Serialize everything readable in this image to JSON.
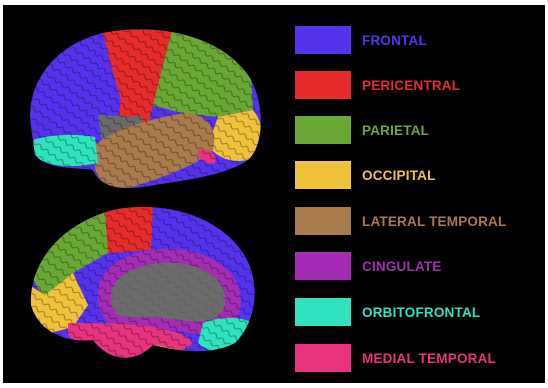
{
  "legend": {
    "items": [
      {
        "label": "FRONTAL",
        "color": "#5533ee"
      },
      {
        "label": "PERICENTRAL",
        "color": "#e62b2b"
      },
      {
        "label": "PARIETAL",
        "color": "#69a834"
      },
      {
        "label": "OCCIPITAL",
        "color": "#f0c23c"
      },
      {
        "label": "LATERAL TEMPORAL",
        "color": "#a87a4c"
      },
      {
        "label": "CINGULATE",
        "color": "#a42cb4"
      },
      {
        "label": "ORBITOFRONTAL",
        "color": "#2ee3bd"
      },
      {
        "label": "MEDIAL TEMPORAL",
        "color": "#e8337f"
      }
    ]
  }
}
